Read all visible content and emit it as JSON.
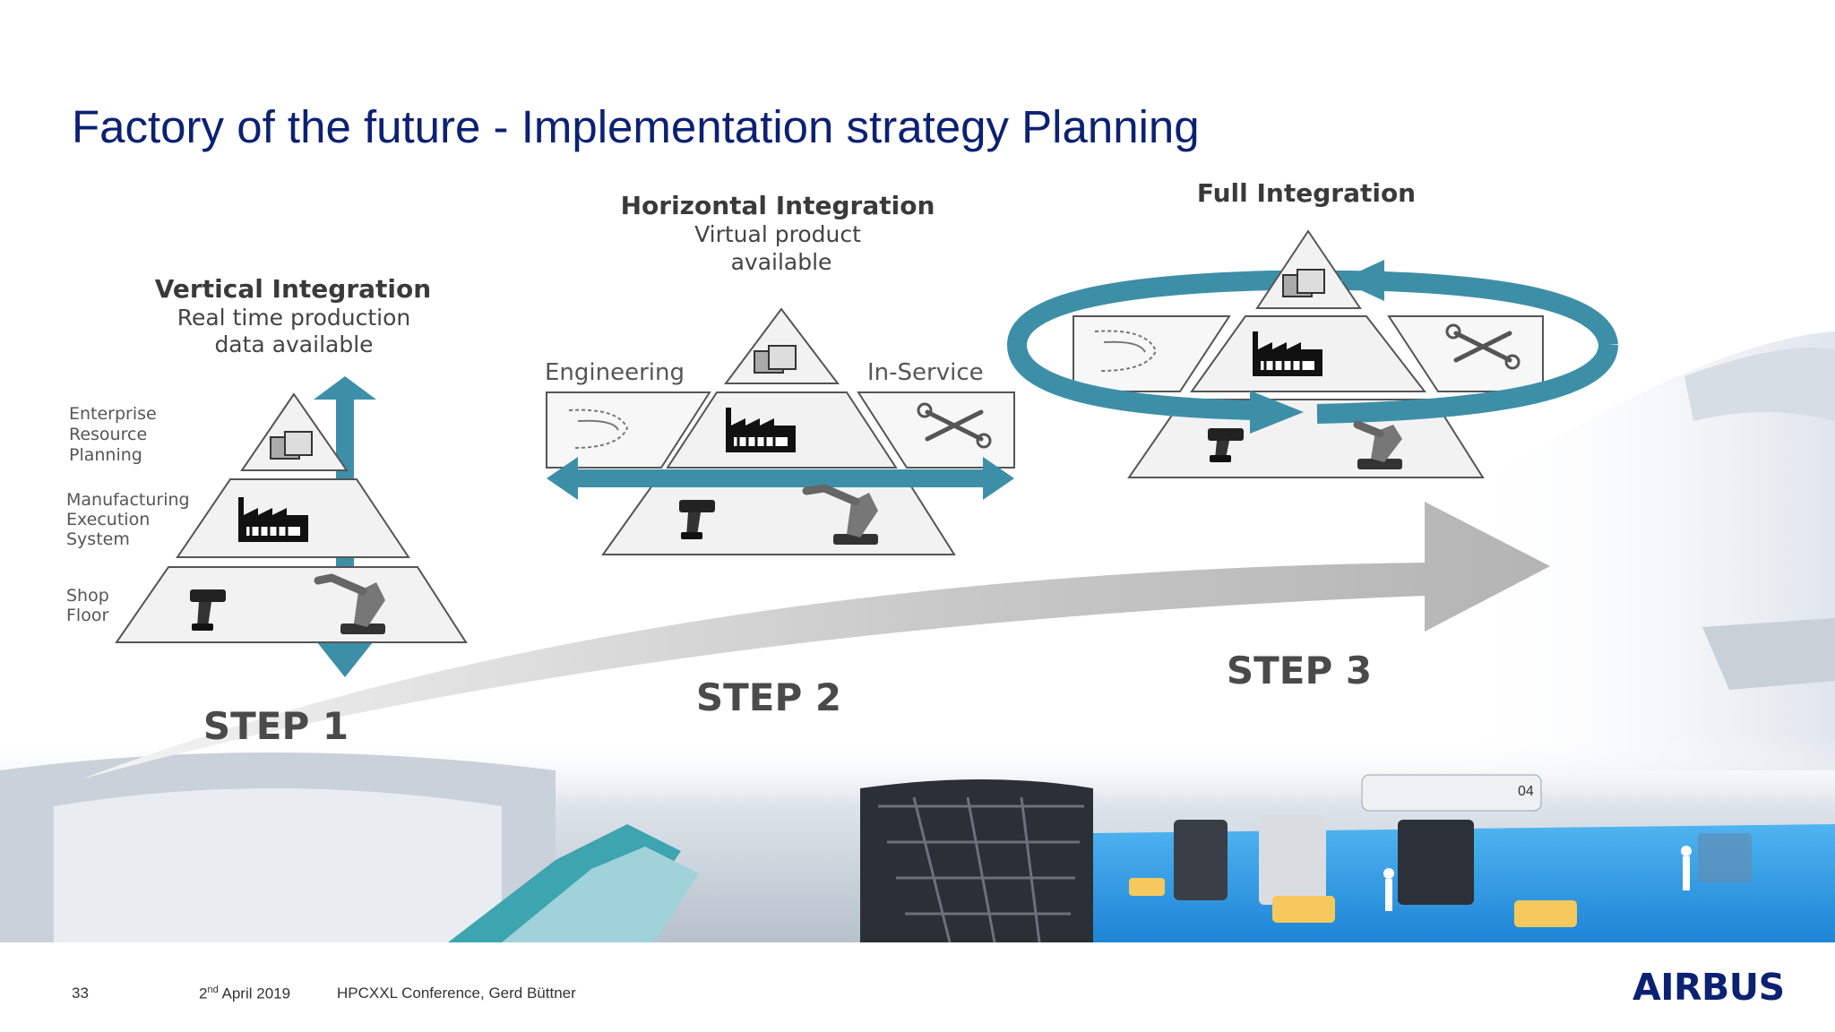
{
  "slide": {
    "title": "Factory of the future - Implementation strategy  Planning"
  },
  "step1": {
    "heading": "Vertical Integration",
    "line1": "Real time production",
    "line2": "data available",
    "levels": {
      "top": [
        "Enterprise",
        "Resource",
        "Planning"
      ],
      "middle": [
        "Manufacturing",
        "Execution",
        "System"
      ],
      "bottom": [
        "Shop",
        "Floor"
      ]
    },
    "label": "STEP 1"
  },
  "step2": {
    "heading": "Horizontal Integration",
    "line1": "Virtual product",
    "line2": "available",
    "left_label": "Engineering",
    "right_label": "In-Service",
    "label": "STEP 2"
  },
  "step3": {
    "heading": "Full Integration",
    "label": "STEP 3"
  },
  "banner": {
    "vehicle_number": "04"
  },
  "footer": {
    "page_number": "33",
    "date_day": "2",
    "date_suffix": "nd",
    "date_rest": " April 2019",
    "event": "HPCXXL Conference, Gerd Büttner"
  },
  "brand": {
    "logo_text": "AIRBUS",
    "title_color": "#0c2173",
    "accent": "#3d8fa8"
  }
}
